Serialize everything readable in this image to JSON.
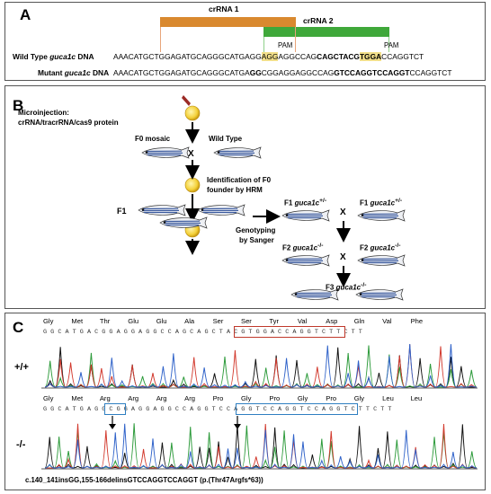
{
  "panel_a": {
    "label": "A",
    "crrna1": "crRNA 1",
    "crrna2": "crRNA 2",
    "pam1": "PAM",
    "pam2": "PAM",
    "wt_label_pre": "Wild Type ",
    "wt_label_gene": "guca1c",
    "wt_label_post": " DNA",
    "wt_seq_1": "AAACATGCTGGAGATGCAGGGCATGAGG",
    "wt_seq_pam1": "AGG",
    "wt_seq_2": "AGGCCAG",
    "wt_seq_bold1": "CAGCTACG",
    "wt_seq_pam2": "TGGA",
    "wt_seq_3": "CCAGGTCT",
    "mut_label_pre": "Mutant ",
    "mut_label_gene": "guca1c",
    "mut_label_post": " DNA",
    "mut_seq_1": "AAACATGCTGGAGATGCAGGGCATGA",
    "mut_seq_bold1": "GG",
    "mut_seq_2": "CGGAGGAGGCCAG",
    "mut_seq_bold2": "GTCCAGGTCCAGGT",
    "mut_seq_3": "CCAGGTCT",
    "colors": {
      "crrna1": "#d9892f",
      "crrna2": "#3fa83a",
      "pam": "#f2df8a"
    }
  },
  "panel_b": {
    "label": "B",
    "microinjection_1": "Microinjection:",
    "microinjection_2": "crRNA/tracrRNA/cas9 protein",
    "f0_mosaic": "F0 mosaic",
    "wild_type": "Wild Type",
    "cross1": "X",
    "hrm_1": "Identification of F0",
    "hrm_2": "founder by HRM",
    "f1": "F1",
    "genotyping_1": "Genotyping",
    "genotyping_2": "by Sanger",
    "f1_left_pre": "F1 ",
    "f1_left_gene": "guca1c",
    "f1_left_sup": "+/-",
    "f1_right_pre": "F1 ",
    "f1_right_gene": "guca1c",
    "f1_right_sup": "+/-",
    "cross2": "X",
    "f2_left_pre": "F2 ",
    "f2_left_gene": "guca1c",
    "f2_left_sup": "-/-",
    "f2_right_pre": "F2 ",
    "f2_right_gene": "guca1c",
    "f2_right_sup": "-/-",
    "cross3": "X",
    "f3_pre": "F3 ",
    "f3_gene": "guca1c",
    "f3_sup": "-/-"
  },
  "panel_c": {
    "label": "C",
    "wt_genotype": "+/+",
    "mut_genotype": "-/-",
    "wt_aa": [
      "Gly",
      "Met",
      "Thr",
      "Glu",
      "Glu",
      "Ala",
      "Ser",
      "Ser",
      "Tyr",
      "Val",
      "Asp",
      "Gln",
      "Val",
      "Phe"
    ],
    "wt_nt": "G G C A T G A C G G A G G A G G C C A G C A G C T A C G T G G A C C A G G T C T T C T T",
    "mut_aa": [
      "Gly",
      "Met",
      "Arg",
      "Arg",
      "Arg",
      "Arg",
      "Pro",
      "Gly",
      "Pro",
      "Gly",
      "Pro",
      "Gly",
      "Leu",
      "Leu"
    ],
    "mut_nt": "G G C A T G A G G C G G A G G A G G C C A G G T C C A G G T C C A G G T C C A G G T C T T C T T",
    "mutation_note": "c.140_141insGG,155-166delinsGTCCAGGTCCAGGT (p.(Thr47Argfs*63))"
  }
}
